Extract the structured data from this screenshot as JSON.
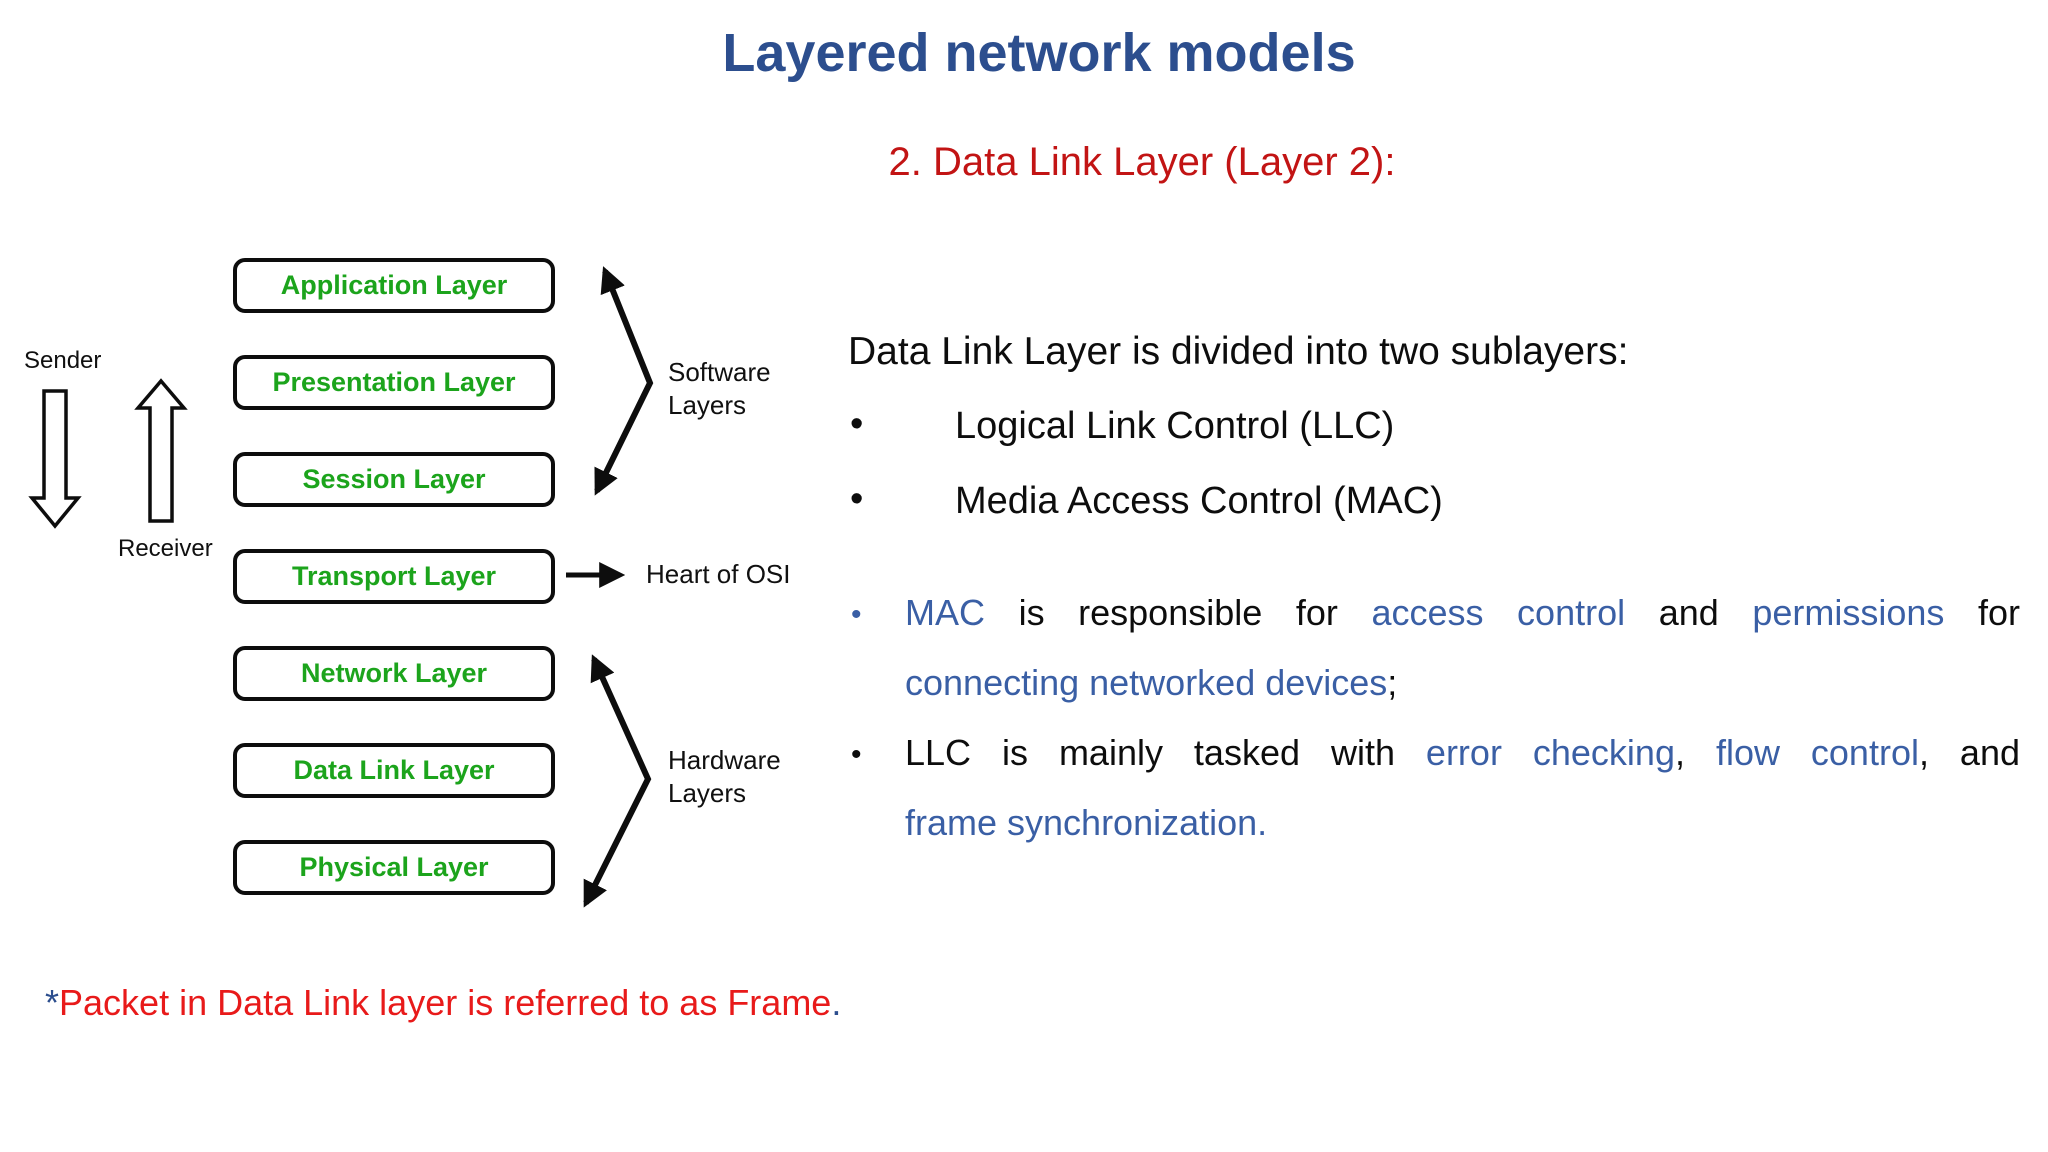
{
  "colors": {
    "title-blue": "#2C4E8E",
    "accent-red": "#C21414",
    "layer-green": "#1CA41C",
    "keyword-blue": "#3A5FA5",
    "note-red": "#E81A1A",
    "ink-black": "#0D0D0D"
  },
  "slide": {
    "title": "Layered network models",
    "subtitle": "2. Data Link Layer (Layer 2):"
  },
  "diagram": {
    "sender_label": "Sender",
    "receiver_label": "Receiver",
    "software_label_line1": "Software",
    "software_label_line2": "Layers",
    "hardware_label_line1": "Hardware",
    "hardware_label_line2": "Layers",
    "heart_label": "Heart of OSI",
    "layers": [
      "Application Layer",
      "Presentation Layer",
      "Session Layer",
      "Transport Layer",
      "Network Layer",
      "Data Link Layer",
      "Physical Layer"
    ]
  },
  "content": {
    "bullet_char": "•",
    "intro": "Data Link Layer is divided into two sublayers:",
    "sublayers": [
      "Logical Link Control (LLC)",
      "Media Access Control (MAC)"
    ],
    "mac_item": {
      "lines": [
        [
          {
            "t": "MAC ",
            "c": "b"
          },
          {
            "t": "is responsible for ",
            "c": "k"
          },
          {
            "t": "access control ",
            "c": "b"
          },
          {
            "t": "and ",
            "c": "k"
          },
          {
            "t": "permissions ",
            "c": "b"
          },
          {
            "t": "for",
            "c": "k"
          }
        ],
        [
          {
            "t": "connecting networked devices",
            "c": "b"
          },
          {
            "t": ";",
            "c": "k"
          }
        ]
      ]
    },
    "llc_item": {
      "lines": [
        [
          {
            "t": "LLC is mainly tasked with ",
            "c": "k"
          },
          {
            "t": "error checking",
            "c": "b"
          },
          {
            "t": ", ",
            "c": "k"
          },
          {
            "t": "flow control",
            "c": "b"
          },
          {
            "t": ", and",
            "c": "k"
          }
        ],
        [
          {
            "t": "frame synchronization.",
            "c": "b"
          }
        ]
      ]
    }
  },
  "footnote": {
    "asterisk": "*",
    "text": "Packet in Data Link layer is referred to as Frame",
    "period": "."
  }
}
